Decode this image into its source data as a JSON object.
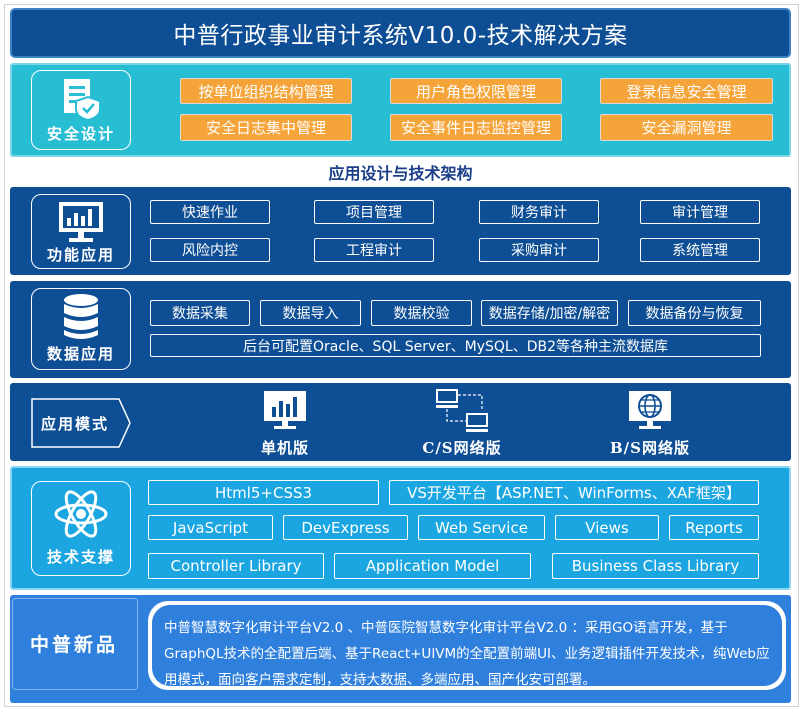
{
  "title": "中普行政事业审计系统V10.0-技术解决方案",
  "security": {
    "label": "安全设计",
    "items": [
      "按单位组织结构管理",
      "用户角色权限管理",
      "登录信息安全管理",
      "安全日志集中管理",
      "安全事件日志监控管理",
      "安全漏洞管理"
    ]
  },
  "arch_title": "应用设计与技术架构",
  "functions": {
    "label": "功能应用",
    "items": [
      "快速作业",
      "项目管理",
      "财务审计",
      "审计管理",
      "风险内控",
      "工程审计",
      "采购审计",
      "系统管理"
    ]
  },
  "data_app": {
    "label": "数据应用",
    "items": [
      "数据采集",
      "数据导入",
      "数据校验",
      "数据存储/加密/解密",
      "数据备份与恢复"
    ],
    "databases": "后台可配置Oracle、SQL Server、MySQL、DB2等各种主流数据库"
  },
  "app_mode": {
    "label": "应用模式",
    "items": [
      "单机版",
      "C/S网络版",
      "B/S网络版"
    ]
  },
  "tech": {
    "label": "技术支撑",
    "row1": [
      "Html5+CSS3",
      "VS开发平台【ASP.NET、WinForms、XAF框架】"
    ],
    "row2": [
      "JavaScript",
      "DevExpress",
      "Web Service",
      "Views",
      "Reports"
    ],
    "row3": [
      "Controller Library",
      "Application Model",
      "Business Class Library"
    ]
  },
  "new_product": {
    "label": "中普新品",
    "text": "中普智慧数字化审计平台V2.0 、中普医院智慧数字化审计平台V2.0 ：采用GO语言开发，基于GraphQL技术的全配置后端、基于React+UIVM的全配置前端UI、业务逻辑插件开发技术，纯Web应用模式，面向客户需求定制，支持大数据、多端应用、国产化安可部署。"
  },
  "colors": {
    "navy": "#0e4e95",
    "cyan": "#27bdd3",
    "sky": "#1ba6e2",
    "orange": "#f5a43a",
    "blue": "#2e80dc"
  }
}
